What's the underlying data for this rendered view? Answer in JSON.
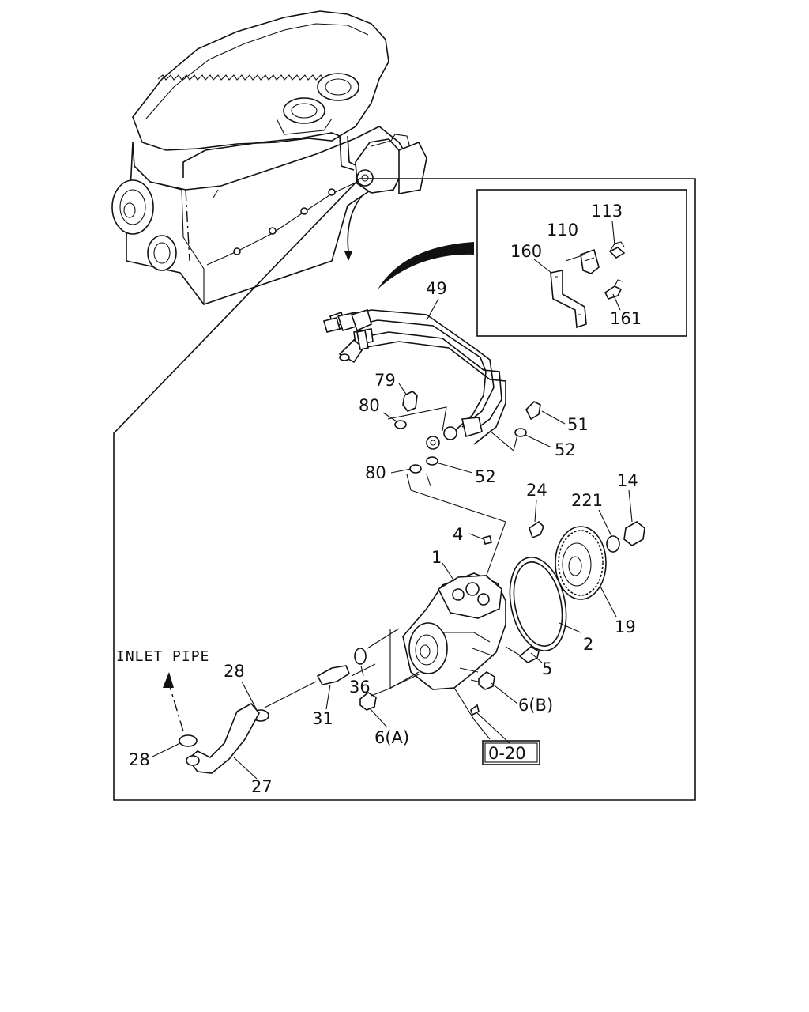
{
  "callouts": {
    "c1": "1",
    "c2": "2",
    "c4": "4",
    "c5": "5",
    "c6a": "6(A)",
    "c6b": "6(B)",
    "c14": "14",
    "c19": "19",
    "c24": "24",
    "c27": "27",
    "c28_top": "28",
    "c28_bottom": "28",
    "c31": "31",
    "c36": "36",
    "c49": "49",
    "c51": "51",
    "c52_top": "52",
    "c52_bottom": "52",
    "c79": "79",
    "c80_top": "80",
    "c80_bottom": "80",
    "c110": "110",
    "c113": "113",
    "c160": "160",
    "c161": "161",
    "c221": "221"
  },
  "inlet_label": "INLET PIPE",
  "reference_box": "0-20"
}
